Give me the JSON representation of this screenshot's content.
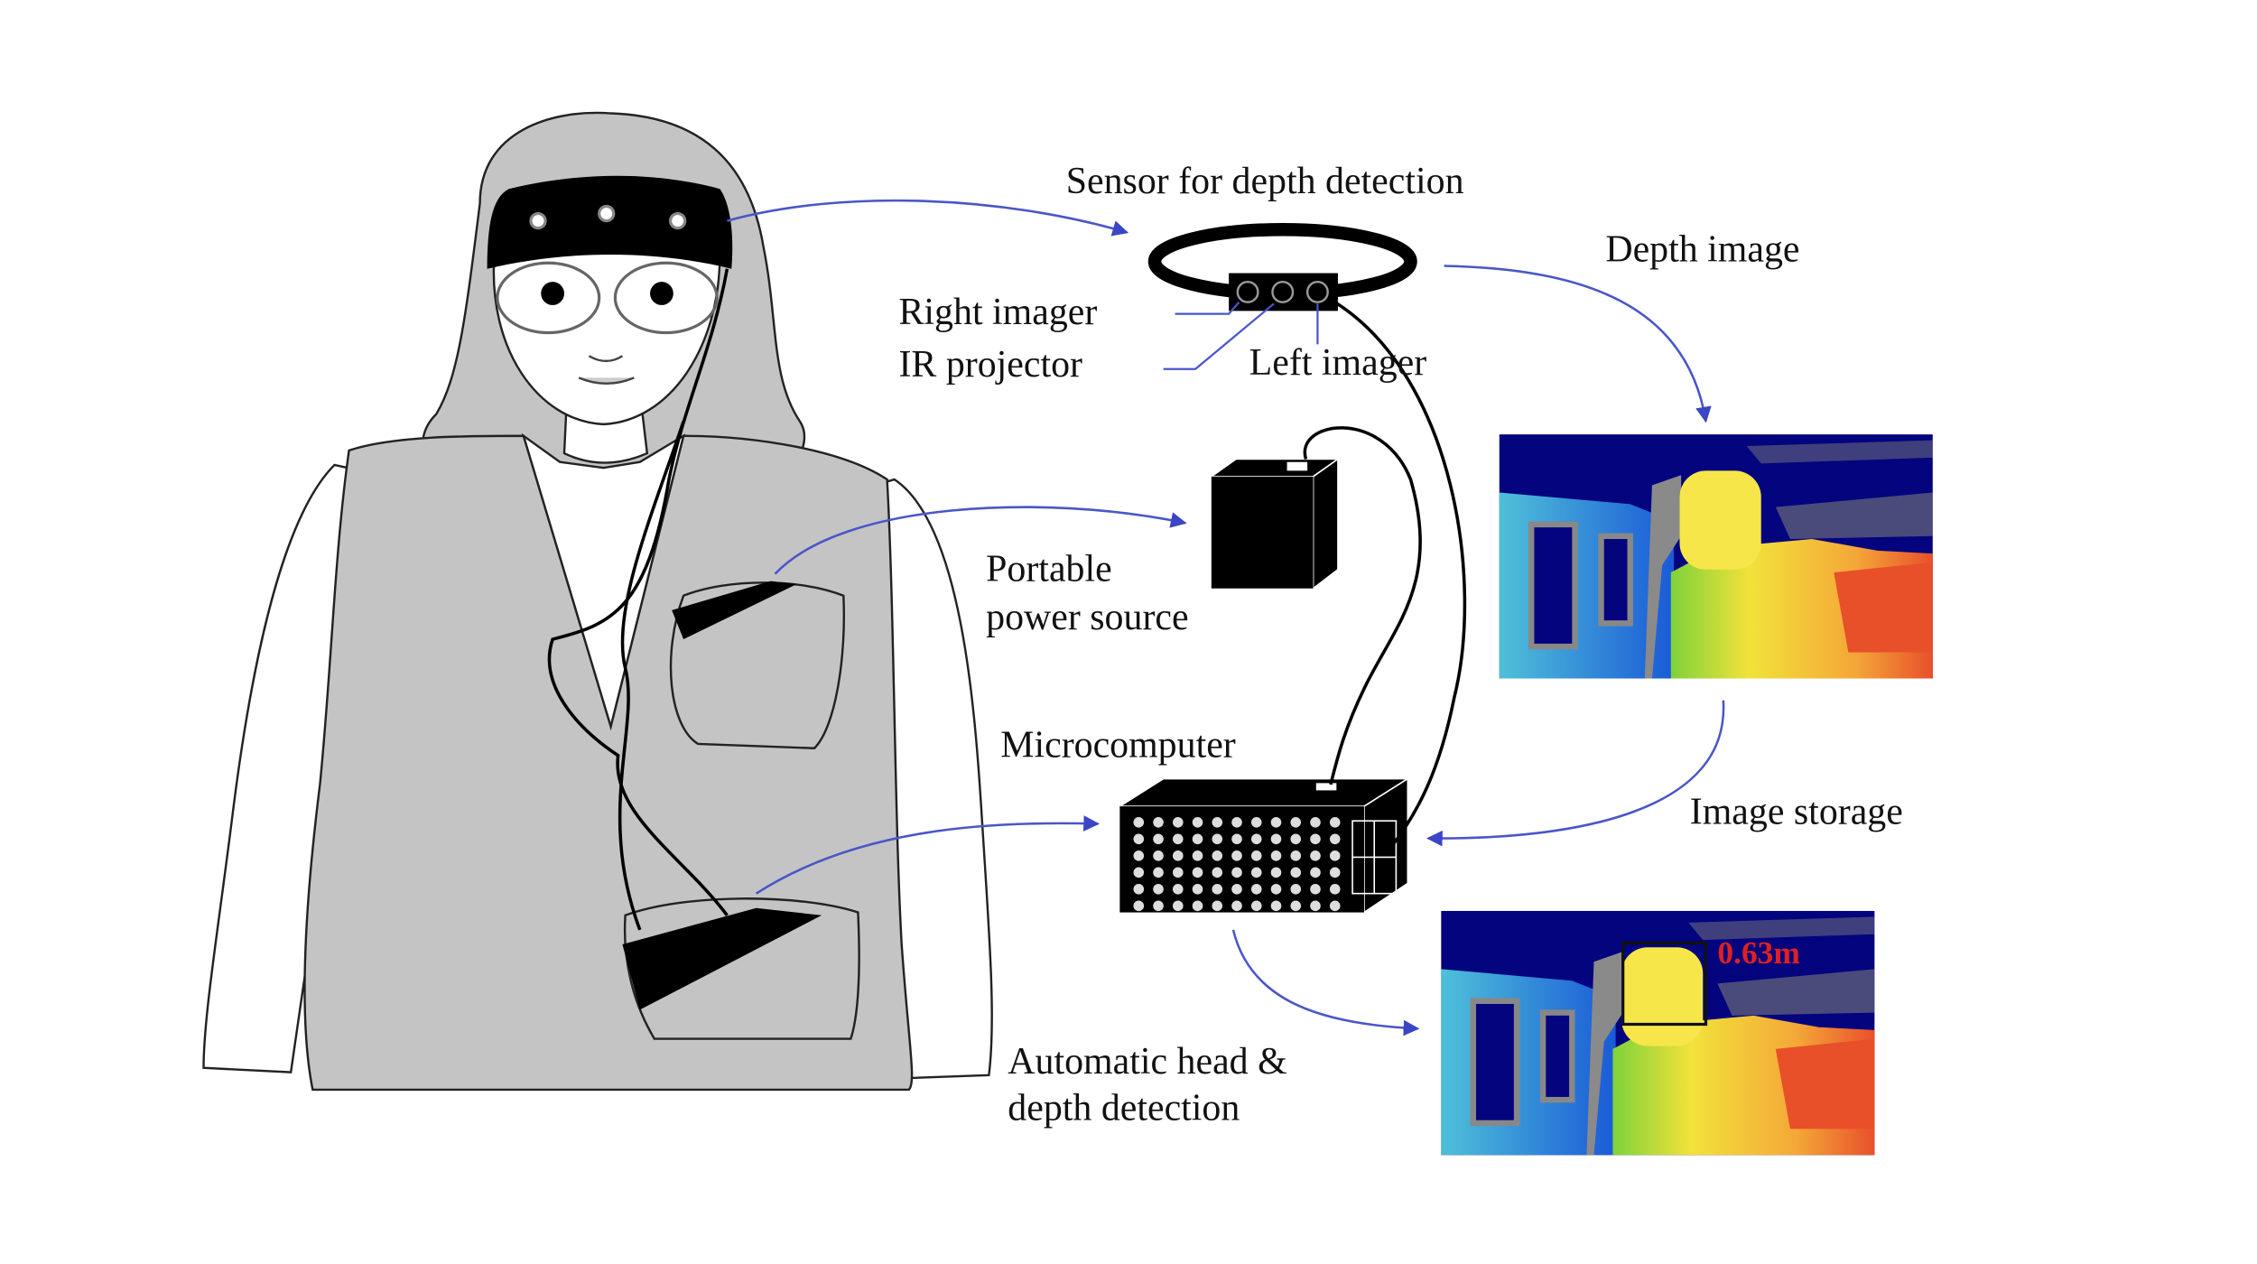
{
  "labels": {
    "sensor": "Sensor for depth detection",
    "depth_image": "Depth image",
    "right_imager": "Right imager",
    "ir_projector": "IR projector",
    "left_imager": "Left imager",
    "power_line1": "Portable",
    "power_line2": "power source",
    "microcomputer": "Microcomputer",
    "image_storage": "Image storage",
    "auto_line1": "Automatic head &",
    "auto_line2": "depth detection",
    "distance": "0.63m"
  },
  "colors": {
    "arrow": "#3a46c4",
    "distance_text": "#e02020",
    "vest": "#c4c4c4"
  }
}
